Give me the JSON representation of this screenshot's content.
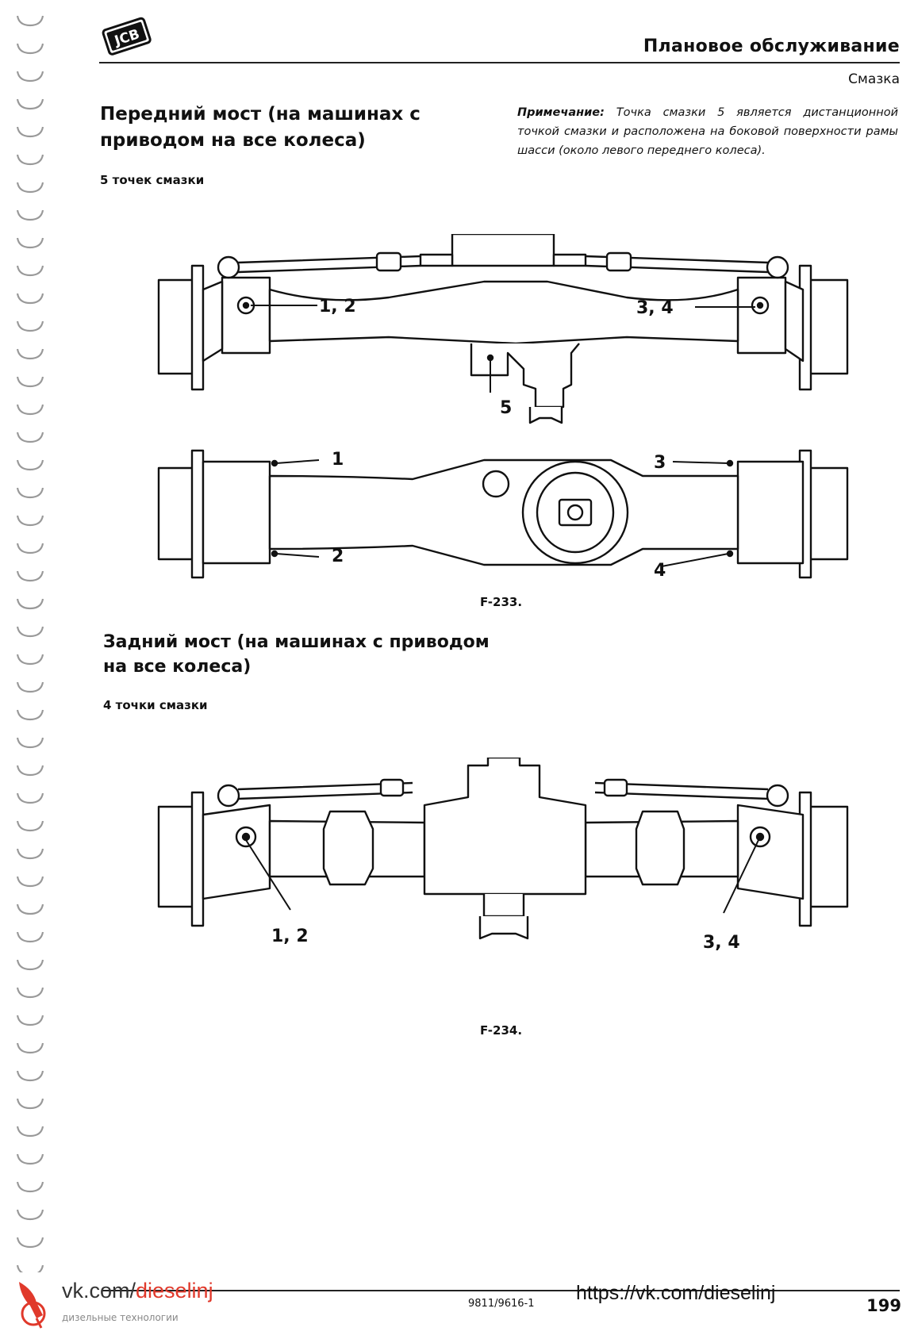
{
  "header": {
    "brand": "JCB",
    "section_title": "Плановое обслуживание",
    "subsection": "Смазка"
  },
  "front_axle": {
    "heading": "Передний мост (на машинах с приводом на все колеса)",
    "points_count": "5 точек смазки",
    "note_label": "Примечание:",
    "note_text": "Точка смазки 5 является дистанционной точкой смазки и расположена на боковой поверхности рамы шасси (около левого переднего колеса).",
    "callouts_top": [
      "1, 2",
      "3, 4",
      "5"
    ],
    "callouts_bottom": [
      "1",
      "2",
      "3",
      "4"
    ],
    "figure_label": "F-233."
  },
  "rear_axle": {
    "heading": "Задний мост (на машинах с приводом на все колеса)",
    "points_count": "4 точки смазки",
    "callouts": [
      "1, 2",
      "3, 4"
    ],
    "figure_label": "F-234."
  },
  "footer": {
    "doc_code": "9811/9616-1",
    "url": "https://vk.com/dieselinj",
    "page_number": "199",
    "watermark_prefix": "vk.com/",
    "watermark_accent": "dieselinj",
    "watermark_sub": "дизельные технологии"
  }
}
